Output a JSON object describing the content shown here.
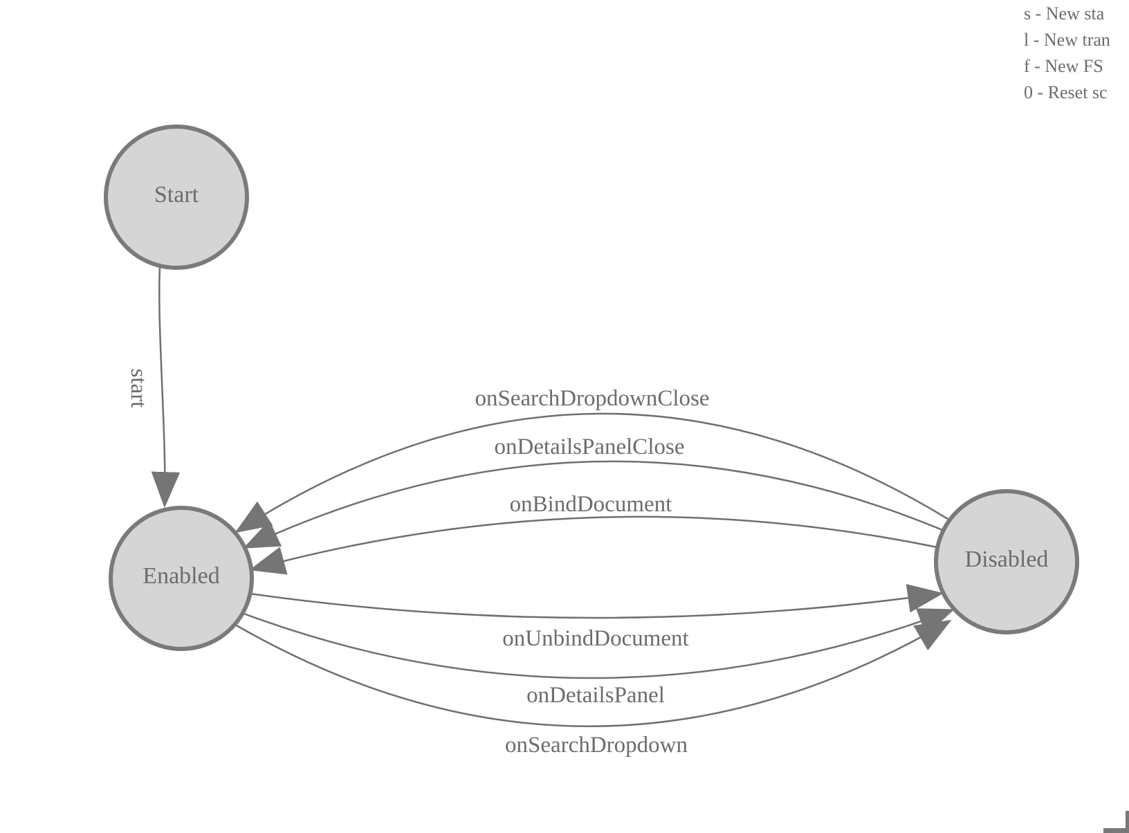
{
  "app": {
    "description": "FSM state diagram canvas"
  },
  "colors": {
    "node_fill": "#d5d5d5",
    "node_stroke": "#7a7a7a",
    "edge_stroke": "#6f6f6f",
    "arrowhead": "#757575",
    "label_text": "#6c6c6c",
    "legend_text": "#6b6b6b"
  },
  "legend": {
    "lines": [
      "s - New sta",
      "l - New tran",
      "f - New FS",
      "0 - Reset sc"
    ]
  },
  "fsm": {
    "states": [
      {
        "id": "start",
        "label": "Start"
      },
      {
        "id": "enabled",
        "label": "Enabled"
      },
      {
        "id": "disabled",
        "label": "Disabled"
      }
    ],
    "transitions": [
      {
        "label": "start",
        "from": "Start",
        "to": "Enabled"
      },
      {
        "label": "onSearchDropdownClose",
        "from": "Disabled",
        "to": "Enabled"
      },
      {
        "label": "onDetailsPanelClose",
        "from": "Disabled",
        "to": "Enabled"
      },
      {
        "label": "onBindDocument",
        "from": "Disabled",
        "to": "Enabled"
      },
      {
        "label": "onUnbindDocument",
        "from": "Enabled",
        "to": "Disabled"
      },
      {
        "label": "onDetailsPanel",
        "from": "Enabled",
        "to": "Disabled"
      },
      {
        "label": "onSearchDropdown",
        "from": "Enabled",
        "to": "Disabled"
      }
    ]
  }
}
